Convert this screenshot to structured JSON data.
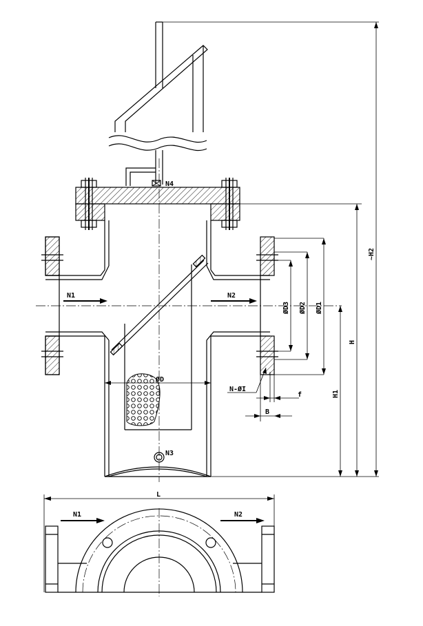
{
  "labels": {
    "n1_top": "N1",
    "n2_top": "N2",
    "n3": "N3",
    "n4": "N4",
    "od": "ØD",
    "od1": "ØD1",
    "od2": "ØD2",
    "od3": "ØD3",
    "h": "H",
    "h1": "H1",
    "h2": "~H2",
    "b": "B",
    "f": "f",
    "ni": "N-ØI",
    "l": "L",
    "n1_bottom": "N1",
    "n2_bottom": "N2"
  }
}
